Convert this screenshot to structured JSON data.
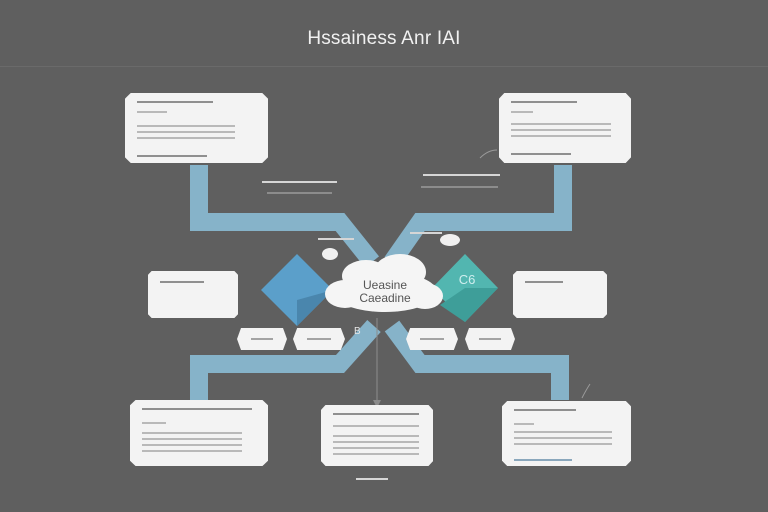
{
  "title": "Hssainess Anr IAI",
  "center": {
    "line1": "Ueasine",
    "line2": "Caeadine"
  },
  "badge": "C6",
  "glyph": "B",
  "colors": {
    "background": "#5f5f5f",
    "connector": "#86b3c9",
    "diamond_left": "#5b9fca",
    "diamond_right": "#52b6b0",
    "card": "#f3f3f3"
  }
}
